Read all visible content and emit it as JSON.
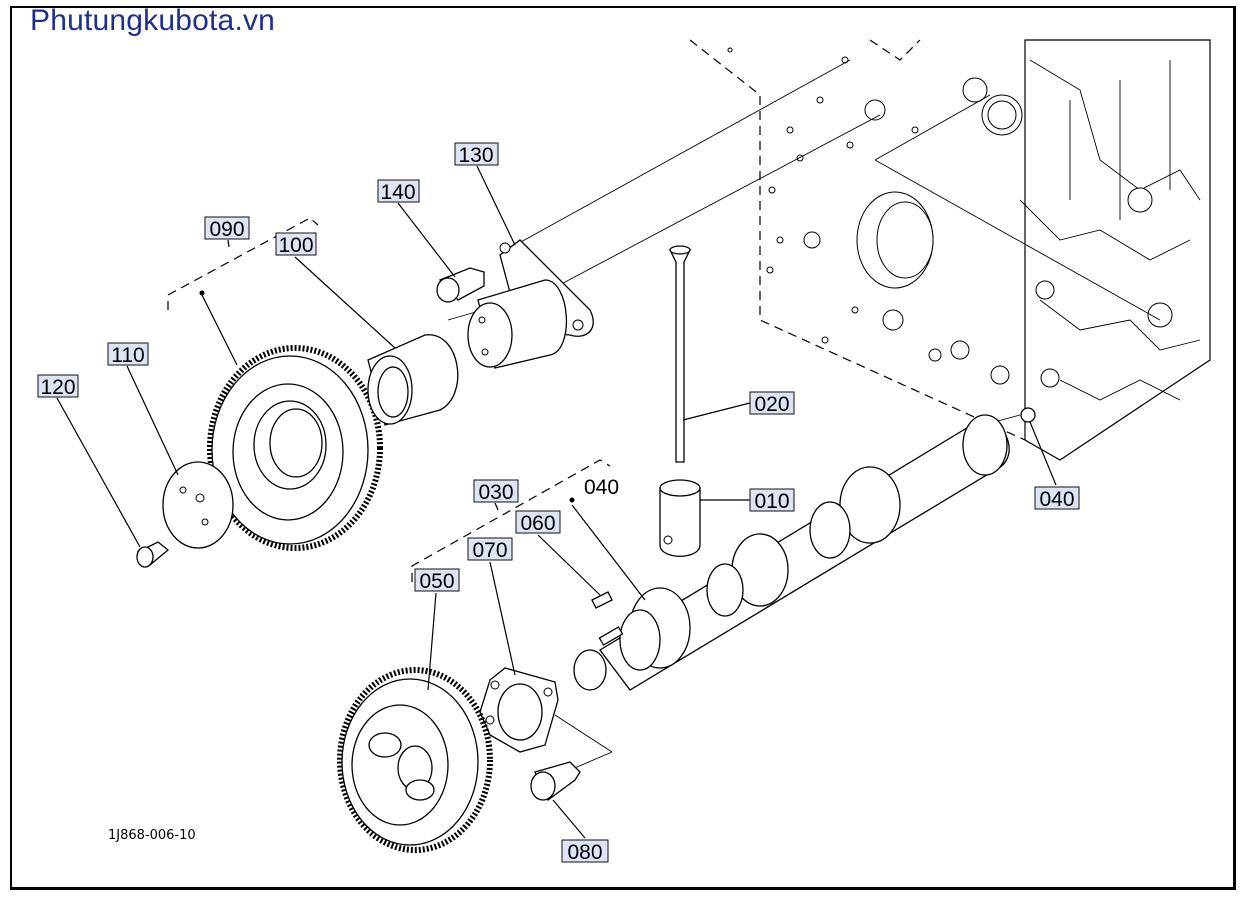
{
  "site_title": "Phutungkubota.vn",
  "drawing_code": "1J868-006-10",
  "callouts": {
    "p010": "010",
    "p020": "020",
    "p030": "030",
    "p040_a": "040",
    "p040_b": "040",
    "p050": "050",
    "p060": "060",
    "p070": "070",
    "p080": "080",
    "p090": "090",
    "p100": "100",
    "p110": "110",
    "p120": "120",
    "p130": "130",
    "p140": "140"
  }
}
